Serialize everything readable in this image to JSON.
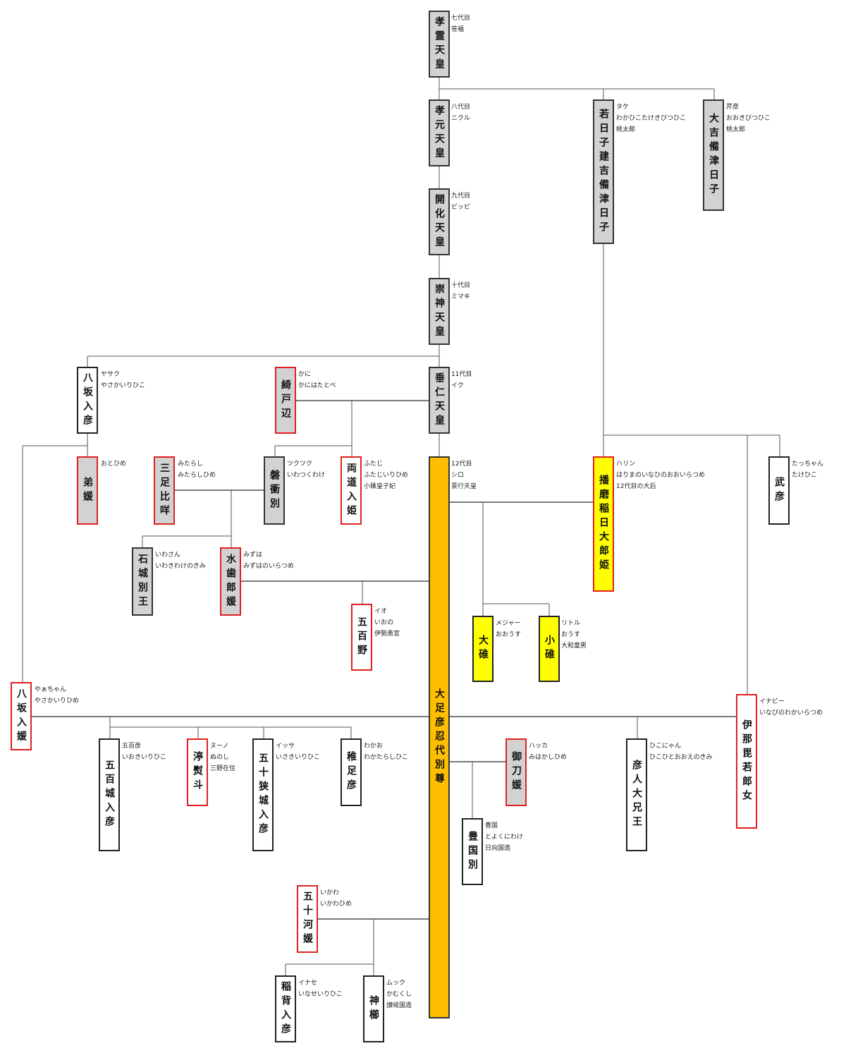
{
  "people": [
    {
      "id": "korei",
      "name": "孝霊天皇",
      "style": "gray",
      "notes": [
        "七代目",
        "笹福"
      ]
    },
    {
      "id": "kogen",
      "name": "孝元天皇",
      "style": "gray",
      "notes": [
        "八代目",
        "ニクル"
      ]
    },
    {
      "id": "kaika",
      "name": "開化天皇",
      "style": "gray",
      "notes": [
        "九代目",
        "ピッピ"
      ]
    },
    {
      "id": "sujin",
      "name": "崇神天皇",
      "style": "gray",
      "notes": [
        "十代目",
        "ミマキ"
      ]
    },
    {
      "id": "suinin",
      "name": "垂仁天皇",
      "style": "gray",
      "notes": [
        "11代目",
        "イク"
      ]
    },
    {
      "id": "wakahiko",
      "name": "若日子建吉備津日子",
      "style": "gray",
      "notes": [
        "タケ",
        "わかひこたけきびつひこ",
        "桃太郎"
      ]
    },
    {
      "id": "ookibi",
      "name": "大吉備津日子",
      "style": "gray",
      "notes": [
        "芹彦",
        "おおきびつひこ",
        "桃太郎"
      ]
    },
    {
      "id": "yasaka_irihiko",
      "name": "八坂入彦",
      "style": "white",
      "notes": [
        "ヤサク",
        "やさかいりひこ"
      ]
    },
    {
      "id": "kanihata",
      "name": "綺戸辺",
      "style": "redg",
      "notes": [
        "かに",
        "かにはたとべ"
      ]
    },
    {
      "id": "otohime",
      "name": "弟媛",
      "style": "redg",
      "notes": [
        "おとひめ"
      ]
    },
    {
      "id": "mitarashi",
      "name": "三足比咩",
      "style": "redg",
      "notes": [
        "みたらし",
        "みたらしひめ"
      ]
    },
    {
      "id": "iwatsuku",
      "name": "磐衝別",
      "style": "gray",
      "notes": [
        "ツクツク",
        "いわつくわけ"
      ]
    },
    {
      "id": "futaji",
      "name": "両道入姫",
      "style": "redw",
      "notes": [
        "ふたじ",
        "ふたじいりひめ",
        "小碓皇子妃"
      ]
    },
    {
      "id": "keiko",
      "name": "大足彦忍代別尊",
      "style": "ora",
      "notes": [
        "12代目",
        "シロ",
        "景行天皇"
      ]
    },
    {
      "id": "harima",
      "name": "播磨稲日大郎姫",
      "style": "yelr",
      "notes": [
        "ハリン",
        "はりまのいなひのおおいらつめ",
        "12代目の大后"
      ]
    },
    {
      "id": "takehiko",
      "name": "武彦",
      "style": "white",
      "notes": [
        "たっちゃん",
        "たけひこ"
      ]
    },
    {
      "id": "iwaki",
      "name": "石城別王",
      "style": "gray",
      "notes": [
        "いわさん",
        "いわきわけのきみ"
      ]
    },
    {
      "id": "mizuha",
      "name": "水歯郎媛",
      "style": "redg",
      "notes": [
        "みずは",
        "みずはのいらつめ"
      ]
    },
    {
      "id": "io",
      "name": "五百野",
      "style": "redw",
      "notes": [
        "イオ",
        "いおの",
        "伊勢斎宮"
      ]
    },
    {
      "id": "ousu",
      "name": "大碓",
      "style": "yel",
      "notes": [
        "メジャー",
        "おおうす"
      ]
    },
    {
      "id": "kousu",
      "name": "小碓",
      "style": "yel",
      "notes": [
        "リトル",
        "おうす",
        "大和童男"
      ]
    },
    {
      "id": "yasaka_irihime",
      "name": "八坂入媛",
      "style": "redw",
      "notes": [
        "やぁちゃん",
        "やさかいりひめ"
      ]
    },
    {
      "id": "inabi",
      "name": "伊那毘若郎女",
      "style": "redw",
      "notes": [
        "イナビー",
        "いなびのわかいらつめ"
      ]
    },
    {
      "id": "ioki",
      "name": "五百城入彦",
      "style": "white",
      "notes": [
        "五百彦",
        "いおきいりひこ"
      ]
    },
    {
      "id": "nunoshi",
      "name": "渟熨斗",
      "style": "redw",
      "notes": [
        "ヌーノ",
        "ぬのし",
        "三野在住"
      ]
    },
    {
      "id": "isaki",
      "name": "五十狭城入彦",
      "style": "white",
      "notes": [
        "イッサ",
        "いさきいりひこ"
      ]
    },
    {
      "id": "wakatarashi",
      "name": "稚足彦",
      "style": "white",
      "notes": [
        "わかお",
        "わかたらしひこ"
      ]
    },
    {
      "id": "mihakashi",
      "name": "御刀媛",
      "style": "redg",
      "notes": [
        "ハッカ",
        "みはかしひめ"
      ]
    },
    {
      "id": "hikohito",
      "name": "彦人大兄王",
      "style": "white",
      "notes": [
        "ひこにゃん",
        "ひこひとおおえのきみ"
      ]
    },
    {
      "id": "toyokuni",
      "name": "豊国別",
      "style": "white",
      "notes": [
        "豊国",
        "とよくにわけ",
        "日向国造"
      ]
    },
    {
      "id": "ikawa",
      "name": "五十河媛",
      "style": "redw",
      "notes": [
        "いかわ",
        "いかわひめ"
      ]
    },
    {
      "id": "inase",
      "name": "稲背入彦",
      "style": "white",
      "notes": [
        "イナセ",
        "いなせいりひこ"
      ]
    },
    {
      "id": "kamukushi",
      "name": "神櫛",
      "style": "white",
      "notes": [
        "ムック",
        "かむくし",
        "讃岐国造"
      ]
    }
  ]
}
